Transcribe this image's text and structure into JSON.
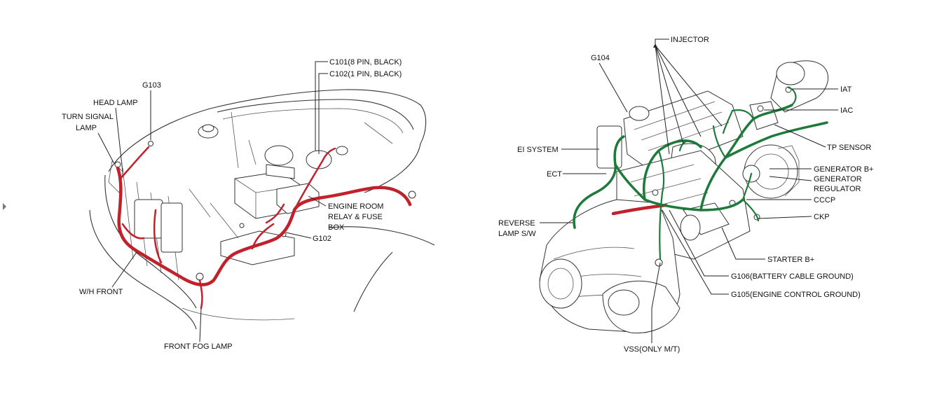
{
  "colors": {
    "front_harness": "#c0212a",
    "engine_harness": "#1e7a3a",
    "battery_cable": "#c0212a",
    "line_art": "#333333",
    "label_text": "#111111"
  },
  "left_diagram": {
    "labels": {
      "c101": "C101(8 PIN, BLACK)",
      "c102": "C102(1 PIN, BLACK)",
      "g103": "G103",
      "head_lamp": "HEAD LAMP",
      "turn_signal_1": "TURN SIGNAL",
      "turn_signal_2": "LAMP",
      "engine_room_1": "ENGINE ROOM",
      "engine_room_2": "RELAY & FUSE",
      "engine_room_3": "BOX",
      "g102": "G102",
      "wh_front": "W/H FRONT",
      "front_fog_lamp": "FRONT FOG LAMP"
    }
  },
  "right_diagram": {
    "labels": {
      "injector": "INJECTOR",
      "g104": "G104",
      "iat": "IAT",
      "iac": "IAC",
      "tp_sensor": "TP SENSOR",
      "ei_system": "EI SYSTEM",
      "generator_b": "GENERATOR B+",
      "generator_reg_1": "GENERATOR",
      "generator_reg_2": "REGULATOR",
      "ect": "ECT",
      "cccp": "CCCP",
      "ckp": "CKP",
      "reverse_1": "REVERSE",
      "reverse_2": "LAMP S/W",
      "starter_b": "STARTER B+",
      "g106": "G106(BATTERY CABLE GROUND)",
      "g105": "G105(ENGINE CONTROL GROUND)",
      "vss": "VSS(ONLY M/T)"
    }
  },
  "expand_arrow_icon": "caret-right-icon"
}
